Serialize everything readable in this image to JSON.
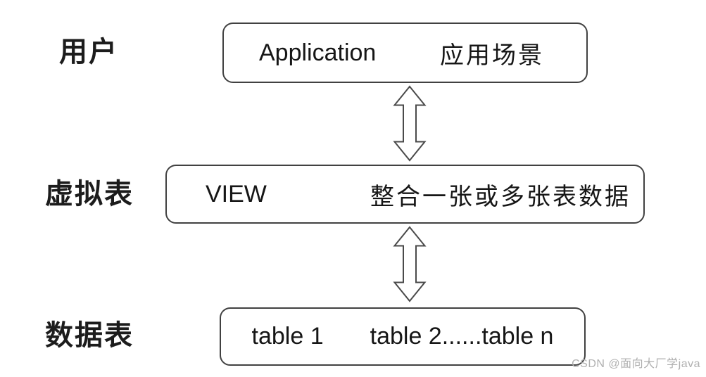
{
  "diagram": {
    "rows": [
      {
        "label": "用户",
        "box": {
          "left_text": "Application",
          "right_text": "应用场景"
        }
      },
      {
        "label": "虚拟表",
        "box": {
          "left_text": "VIEW",
          "right_text": "整合一张或多张表数据"
        }
      },
      {
        "label": "数据表",
        "box": {
          "left_text": "table 1",
          "right_text": "table 2......table n"
        }
      }
    ],
    "arrows": [
      {
        "name": "double-arrow-user-view",
        "direction": "vertical-bidirectional"
      },
      {
        "name": "double-arrow-view-tables",
        "direction": "vertical-bidirectional"
      }
    ],
    "colors": {
      "background": "#ffffff",
      "box_border": "#414141",
      "text": "#161616",
      "arrow_outline": "#4a4a4a",
      "watermark": "#b0b0b0"
    }
  },
  "watermark": {
    "text": "CSDN @面向大厂学java"
  }
}
